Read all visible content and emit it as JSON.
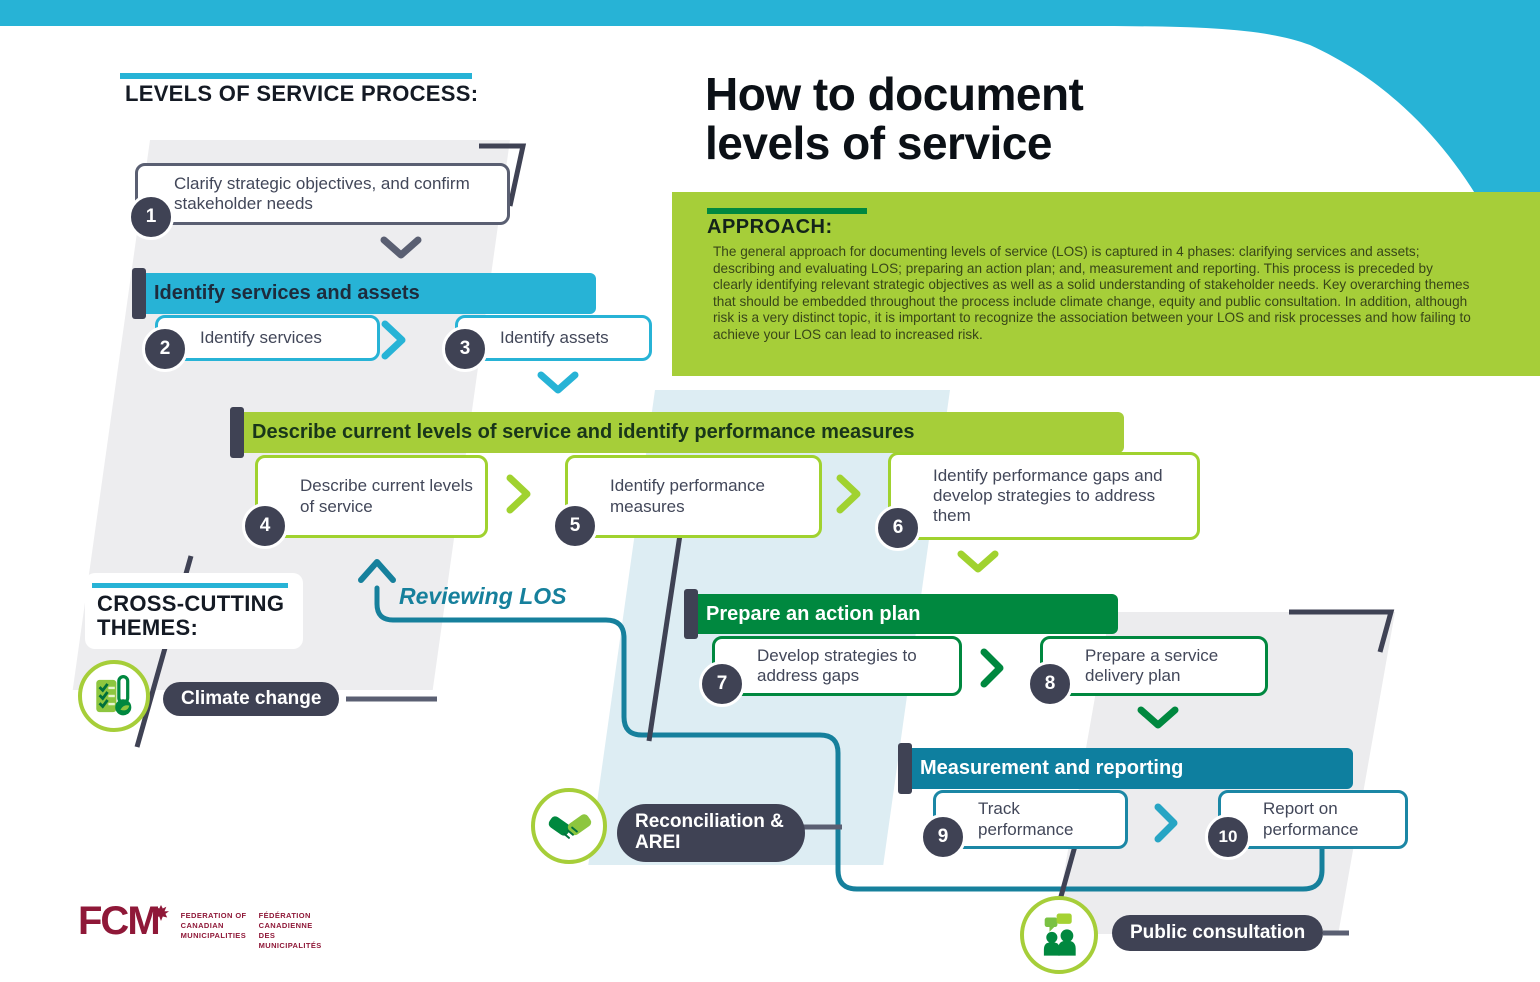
{
  "header": {
    "title_line1": "How to document",
    "title_line2": "levels of service"
  },
  "process": {
    "heading": "LEVELS OF SERVICE PROCESS:"
  },
  "approach": {
    "heading": "APPROACH:",
    "body": "The general approach for documenting levels of service (LOS) is captured in 4 phases: clarifying services and assets; describing and evaluating LOS; preparing an action plan; and, measurement and reporting. This process is preceded by clearly identifying relevant strategic objectives as well as a solid understanding of stakeholder needs. Key overarching themes that should be embedded throughout the process include climate change, equity and public consultation. In addition, although risk is a very distinct topic, it is important to recognize the association between your LOS and risk processes and how failing to achieve your LOS can lead to increased risk."
  },
  "phases": [
    {
      "label": "Identify services and assets"
    },
    {
      "label": "Describe current levels of service and identify performance measures"
    },
    {
      "label": "Prepare an action plan"
    },
    {
      "label": "Measurement and reporting"
    }
  ],
  "steps": [
    {
      "num": "1",
      "label": "Clarify strategic objectives, and confirm stakeholder needs"
    },
    {
      "num": "2",
      "label": "Identify services"
    },
    {
      "num": "3",
      "label": "Identify assets"
    },
    {
      "num": "4",
      "label": "Describe current levels of service"
    },
    {
      "num": "5",
      "label": "Identify performance measures"
    },
    {
      "num": "6",
      "label": "Identify performance gaps and develop strategies to address them"
    },
    {
      "num": "7",
      "label": "Develop strategies to address gaps"
    },
    {
      "num": "8",
      "label": "Prepare a service delivery plan"
    },
    {
      "num": "9",
      "label": "Track performance"
    },
    {
      "num": "10",
      "label": "Report on performance"
    }
  ],
  "annotations": {
    "reviewing_los": "Reviewing LOS"
  },
  "themes": {
    "heading": "CROSS-CUTTING THEMES:",
    "items": [
      "Climate change",
      "Reconciliation & AREI",
      "Public consultation"
    ]
  },
  "logo": {
    "abbr": "FCM",
    "en": "FEDERATION OF CANADIAN MUNICIPALITIES",
    "fr": "FÉDÉRATION CANADIENNE DES MUNICIPALITÉS"
  },
  "colors": {
    "teal": "#27b3d6",
    "teal_dark": "#0e7f9f",
    "teal_line": "#16809c",
    "lime": "#a6ce39",
    "green": "#00883f",
    "slate": "#3f4254",
    "slate_line": "#5a5f72",
    "maroon": "#8f1838"
  }
}
